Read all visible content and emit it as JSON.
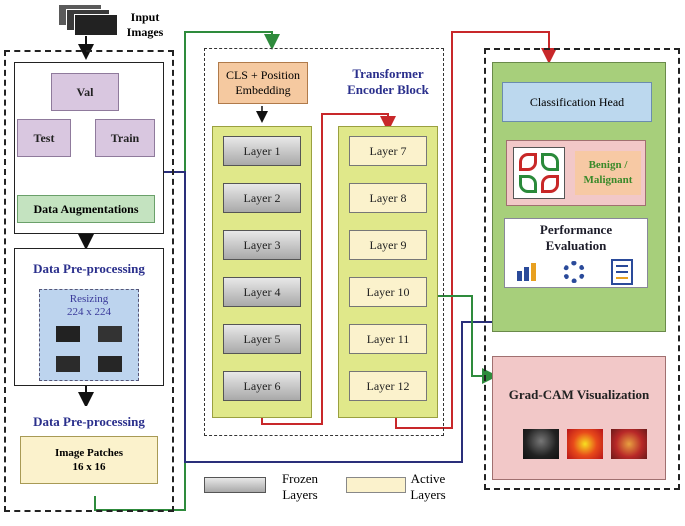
{
  "input": {
    "label": "Input\nImages"
  },
  "left": {
    "val": "Val",
    "test": "Test",
    "train": "Train",
    "augment": "Data Augmentations",
    "preproc1_title": "Data Pre-processing",
    "resizing": "Resizing\n224 x 224",
    "preproc2_title": "Data Pre-processing",
    "patches": "Image Patches\n16 x 16"
  },
  "encoder": {
    "cls": "CLS + Position\nEmbedding",
    "title": "Transformer\nEncoder Block",
    "layers_left": [
      "Layer 1",
      "Layer 2",
      "Layer 3",
      "Layer 4",
      "Layer 5",
      "Layer 6"
    ],
    "layers_right": [
      "Layer 7",
      "Layer 8",
      "Layer 9",
      "Layer 10",
      "Layer 11",
      "Layer 12"
    ]
  },
  "right": {
    "head": "Classification Head",
    "result": "Benign /\nMalignant",
    "perf": "Performance\nEvaluation",
    "gradcam": "Grad-CAM Visualization"
  },
  "legend": {
    "frozen": "Frozen\nLayers",
    "active": "Active\nLayers"
  },
  "colors": {
    "green_wire": "#2e8b3c",
    "red_wire": "#c8282a",
    "blue_wire": "#2a2f7a"
  }
}
